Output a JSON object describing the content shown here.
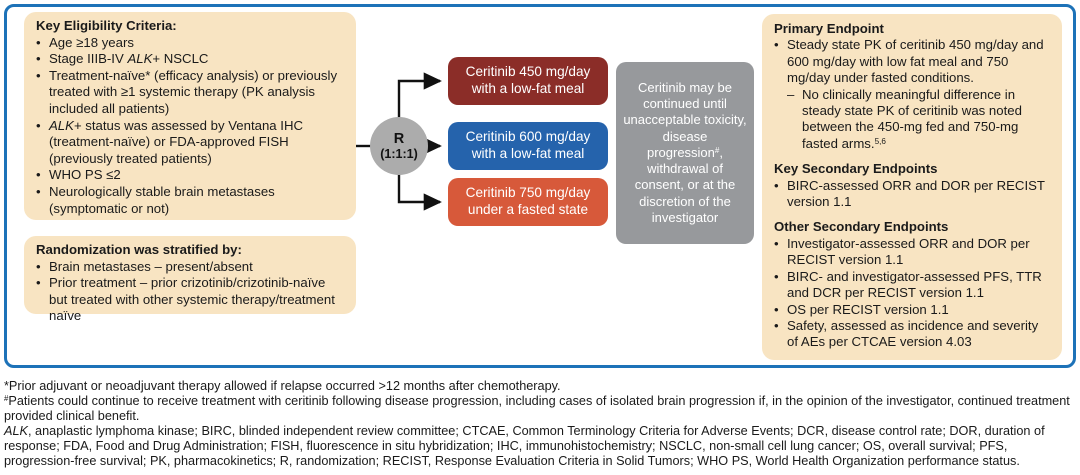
{
  "figure": {
    "eligibility": {
      "title": "Key Eligibility Criteria:",
      "items": [
        "Age ≥18 years",
        "Stage IIIB-IV [[i]]ALK[[/i]]+ NSCLC",
        "Treatment-naïve* (efficacy analysis) or previously treated with ≥1 systemic therapy (PK analysis included all patients)",
        "[[i]]ALK[[/i]]+ status was assessed by Ventana IHC (treatment-naïve) or FDA-approved FISH (previously treated patients)",
        "WHO PS ≤2",
        "Neurologically stable brain metastases (symptomatic or not)"
      ]
    },
    "stratification": {
      "title": "Randomization was stratified by:",
      "items": [
        "Brain metastases – present/absent",
        "Prior treatment – prior crizotinib/crizotinib-naïve but treated with other systemic therapy/treatment naïve"
      ]
    },
    "randomizer": {
      "label": "R",
      "ratio": "(1:1:1)"
    },
    "arms": [
      {
        "line1": "Ceritinib 450 mg/day",
        "line2": "with a low-fat meal"
      },
      {
        "line1": "Ceritinib 600 mg/day",
        "line2": "with a low-fat meal"
      },
      {
        "line1": "Ceritinib 750 mg/day",
        "line2": "under a fasted state"
      }
    ],
    "continuation_note": "Ceritinib may be continued until unacceptable toxicity, disease progression[[sup]]#[[/sup]], withdrawal of consent, or at the discretion of the investigator",
    "endpoints": {
      "primary": {
        "title": "Primary Endpoint",
        "bullet": "Steady state PK of ceritinib 450 mg/day and 600 mg/day with low fat meal and 750 mg/day under fasted conditions.",
        "sub_bullet": "No clinically meaningful difference in steady state PK of ceritinib was noted between the 450-mg fed and 750-mg fasted arms.[[sup]]5,6[[/sup]]"
      },
      "key_secondary": {
        "title": "Key Secondary Endpoints",
        "items": [
          "BIRC-assessed ORR and DOR per RECIST version 1.1"
        ]
      },
      "other_secondary": {
        "title": "Other Secondary Endpoints",
        "items": [
          "Investigator-assessed ORR and DOR per RECIST version 1.1",
          "BIRC- and investigator-assessed PFS, TTR and DCR per RECIST version 1.1",
          "OS per RECIST version 1.1",
          "Safety, assessed as incidence and severity of AEs per CTCAE version 4.03"
        ]
      }
    }
  },
  "footnotes": [
    "*Prior adjuvant or neoadjuvant therapy allowed if relapse occurred >12 months after chemotherapy.",
    "[[sup]]#[[/sup]]Patients could continue to receive treatment with ceritinib following disease progression, including cases of isolated brain progression if, in the opinion of the investigator, continued treatment provided clinical benefit.",
    "[[i]]ALK[[/i]], anaplastic lymphoma kinase; BIRC, blinded independent review committee; CTCAE, Common Terminology Criteria for Adverse Events; DCR, disease control rate; DOR, duration of response; FDA, Food and Drug Administration; FISH, fluorescence in situ hybridization; IHC, immunohistochemistry; NSCLC, non-small cell lung cancer; OS, overall survival; PFS, progression-free survival; PK, pharmacokinetics; R, randomization; RECIST, Response Evaluation Criteria in Solid Tumors; WHO PS, World Health Organization performance status."
  ],
  "colors": {
    "panel_border": "#1D72B8",
    "criteria_box_fill": "#F8E4C2",
    "arm_450_fill": "#8B2D28",
    "arm_600_fill": "#2563AC",
    "arm_750_fill": "#D7593A",
    "continuation_fill": "#97999C",
    "randomizer_fill": "#ACACAC",
    "arrow_color": "#111111"
  }
}
